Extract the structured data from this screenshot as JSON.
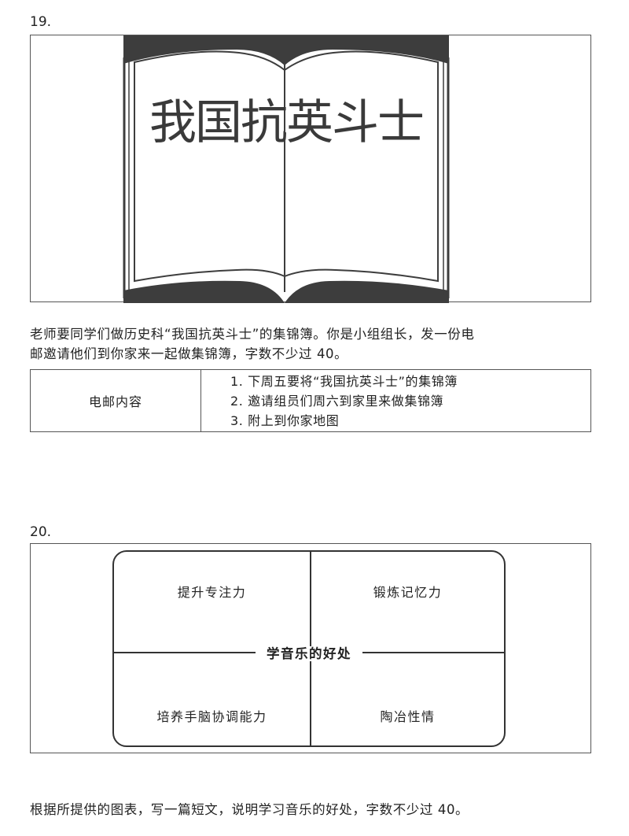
{
  "q19": {
    "number": "19.",
    "book_title": "我国抗英斗士",
    "instruction": [
      "老师要同学们做历史科“我国抗英斗士”的集锦簿。你是小组组长，发一份电",
      "邮邀请他们到你家来一起做集锦簿，字数不少过 40。"
    ],
    "table": {
      "left_label": "电邮内容",
      "items": [
        "1.  下周五要将“我国抗英斗士”的集锦簿",
        "2.  邀请组员们周六到家里来做集锦簿",
        "3.  附上到你家地图"
      ]
    }
  },
  "q20": {
    "number": "20.",
    "center": "学音乐的好处",
    "quadrants": [
      "提升专注力",
      "锻炼记忆力",
      "培养手脑协调能力",
      "陶冶性情"
    ],
    "instruction": "根据所提供的图表，写一篇短文，说明学习音乐的好处，字数不少过 40。"
  },
  "colors": {
    "ink": "#222222",
    "book_dark": "#3d3d3d",
    "frame": "#555555"
  }
}
